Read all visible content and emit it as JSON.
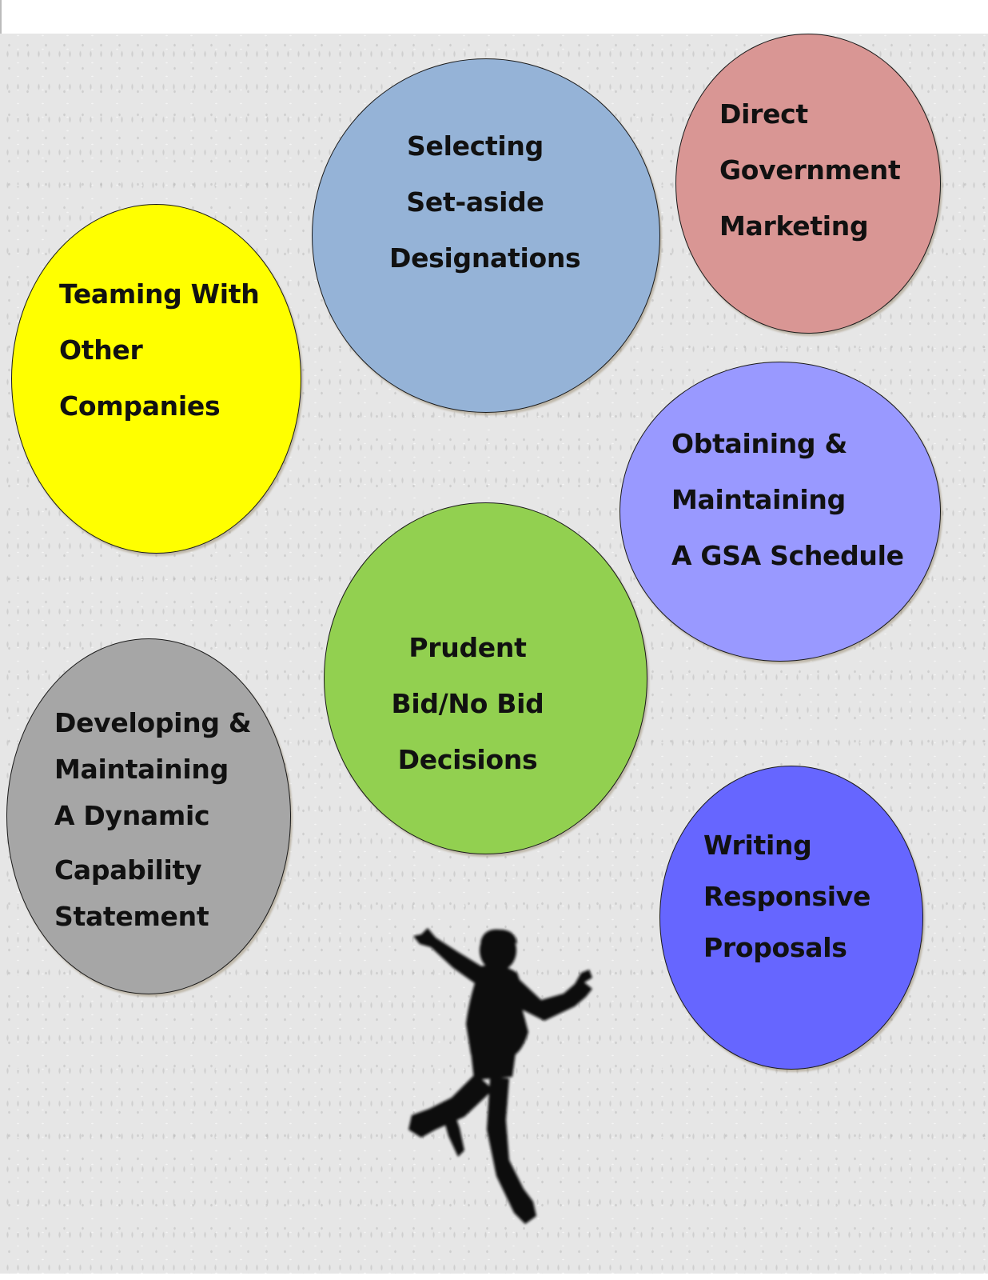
{
  "bubbles": {
    "direct_marketing": {
      "lines": [
        "Direct",
        "Government",
        "Marketing"
      ],
      "color": "#d99694"
    },
    "set_aside": {
      "lines": [
        "Selecting",
        "Set-aside",
        "Designations"
      ],
      "color": "#95b3d7"
    },
    "teaming": {
      "lines": [
        "Teaming With",
        "Other",
        "Companies"
      ],
      "color": "#ffff00"
    },
    "gsa_schedule": {
      "lines": [
        "Obtaining &",
        "Maintaining",
        "A GSA Schedule"
      ],
      "color": "#9999ff"
    },
    "bid_decisions": {
      "lines": [
        "Prudent",
        "Bid/No Bid",
        "Decisions"
      ],
      "color": "#92d050"
    },
    "capability_statement": {
      "lines": [
        "Developing &",
        "Maintaining",
        "A Dynamic",
        "Capability",
        "Statement"
      ],
      "color": "#a6a6a6"
    },
    "proposals": {
      "lines": [
        "Writing",
        "Responsive",
        "Proposals"
      ],
      "color": "#6666ff"
    }
  }
}
